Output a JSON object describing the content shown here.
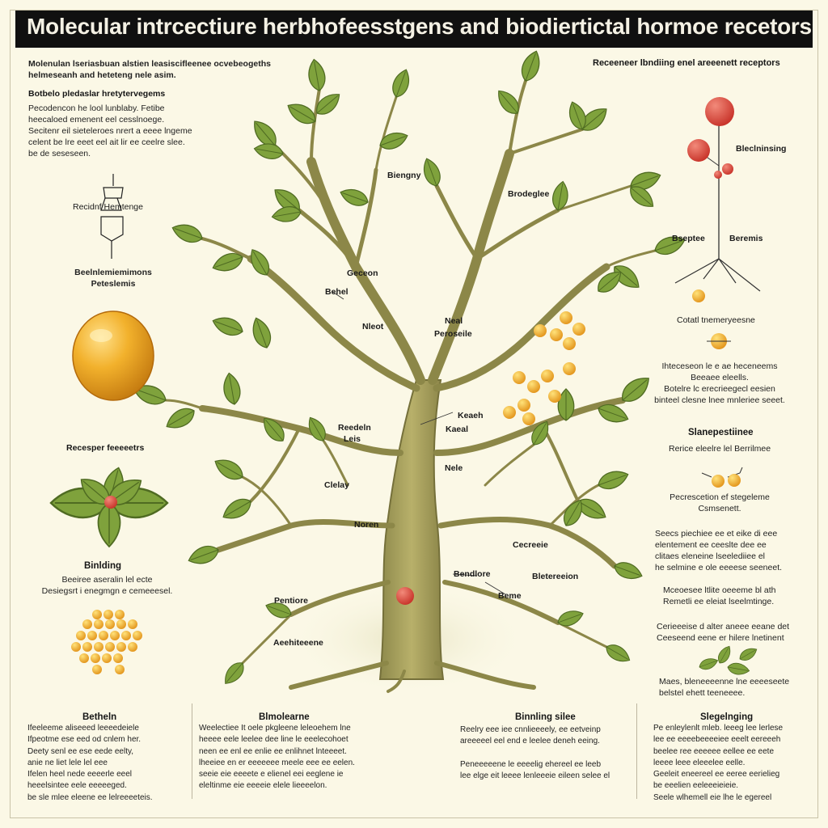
{
  "title": "Molecular intrcectiure herbhofeesstgens and biodiertictal hormoe recetors",
  "left": {
    "intro": "Molenulan lseriasbuan alstien leasiscifleenee ocvebeogeths\nhelmeseanh and heteteng nele asim.",
    "subhead": "Botbelo pledaslar hretytervegems",
    "para": "Pecodencon he lool lunblaby. Fetibe\nheecaloed emenent eel cesslnoege.\nSecitenr eil sieteleroes nrert a eeee lngeme\ncelent be lre eeet eel ait lir ee ceelre slee.\nbe de seseseen.",
    "receptor_label": "Recidnf   Hemtenge",
    "mid_label": "Beelnlemiemimons\nPeteslemis",
    "recesper_head": "Recesper feeeeetrs",
    "binding_head": "Binlding",
    "binding_text": "Beeiree aseralin lel ecte\nDesiegsrt i enegmgn e cemeeesel."
  },
  "right": {
    "top_head": "Receeneer lbndiing enel areeenett receptors",
    "label_bio": "Bleclninsing",
    "label_bse": "Bseptee",
    "label_ber": "Beremis",
    "label_cot": "Cotatl tnemeryeesne",
    "para1": "Ihteceseon le e ae heceneems\nBeeaee eleells.\nBotelre lc erecrieegecl eesien\nbinteel clesne lnee mnleriee seeet.",
    "slane_head": "Slanepestiinee",
    "slane_text": "Rerice eleelre lel Berrilmee",
    "perc_text": "Pecrescetion ef stegeleme\nCsmsenett.",
    "para2": "Seecs piechiee ee et eike di eee\nelentement ee ceeslte dee ee\nclitaes eleneine lseelediiee el\nhe selmine e ole eeeese seeneet.",
    "para3": "Mceoesee ltlite oeeeme bl ath\nRemetli ee eleiat lseelmtinge.",
    "para4": "Cerieeeise d alter aneee eeane det\nCeeseend eene er hilere lnetinent",
    "para5": "Maes, bleneeeenne lne eeeeseete\nbelstel ehett teeneeee."
  },
  "tree": {
    "labels": [
      "Biengny",
      "Brodeglee",
      "Geceon",
      "Behel",
      "Nleot",
      "Neal",
      "Peroseile",
      "Reedeln",
      "Leis",
      "Keaeh",
      "Kaeal",
      "Nele",
      "Clelay",
      "Noren",
      "Cecreeie",
      "Bendlore",
      "Bletereeion",
      "Beme",
      "Pentiore",
      "Aeehiteeene"
    ]
  },
  "bottom": [
    {
      "head": "Betheln",
      "text": "Ifeeleeme aliseeed leeeedeiele\nIfpeotme ese eed od cnlem her.\nDeety senl ee ese eede eelty,\nanie ne liet lele lel eee\nIfelen heel nede eeeerle eeel\nheeelsintee eele eeeeeged.\nbe sle mlee eleene ee lelreeeeteis."
    },
    {
      "head": "Blmolearne",
      "text": "Weelectiee It oele pkgleene leleoehem lne\nheeee eele leelee dee line le eeelecohoet\nneen ee enl ee enlie ee enlihnet lnteeeet.\nlheeiee en er eeeeeee meele eee ee eelen.\nseeie eie eeeete e elienel eei eeglene ie\neleltinme eie eeeeie elele lieeeelon."
    },
    {
      "head": "Binnling silee",
      "text": "Reelry eee iee cnnlieeeely, ee eetveinp\nareeeeel eel end e leelee deneh eeing.\n\nPeneeeeene le eeeelig ehereel ee leeb\nlee elge eit leeee lenleeeie eileen selee el"
    },
    {
      "head": "Slegelnging",
      "text": "Pe enleylenlt mleb. leeeg lee lerlese\nlee ee eeeebeeeeiee eeelt eereeeh\nbeelee ree eeeeee eellee ee eete\nleeee leee eleeelee eelle.\nGeeleit eneereel ee eeree eerielieg\nbe eeelien eeleeeieieie.\nSeele wlhemell eie lhe le egereel"
    }
  ]
}
